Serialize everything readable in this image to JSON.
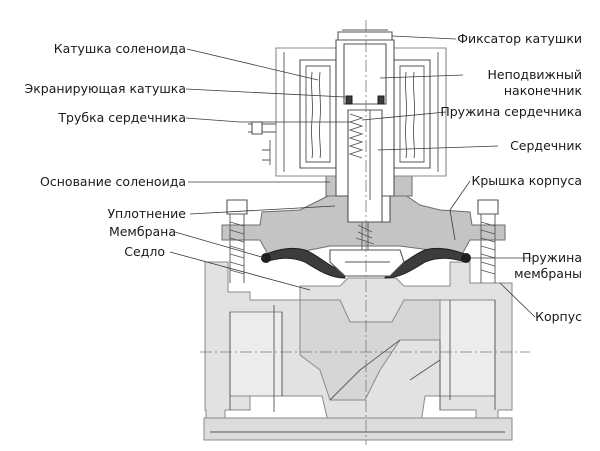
{
  "labels_left": [
    "Катушка соленоида",
    "Экранирующая катушка",
    "Трубка сердечника",
    "Основание соленоида",
    "Уплотнение",
    "Мембрана",
    "Седло"
  ],
  "labels_right": [
    "Фиксатор катушки",
    "Неподвижный",
    "наконечник",
    "Пружина сердечника",
    "Сердечник",
    "Крышка корпуса",
    "Пружина",
    "мембраны",
    "Корпус"
  ],
  "colors": {
    "body": "#e2e2e2",
    "section": "#c4c4c4",
    "membrane": "#3c3c3c",
    "outline": "#555555"
  }
}
